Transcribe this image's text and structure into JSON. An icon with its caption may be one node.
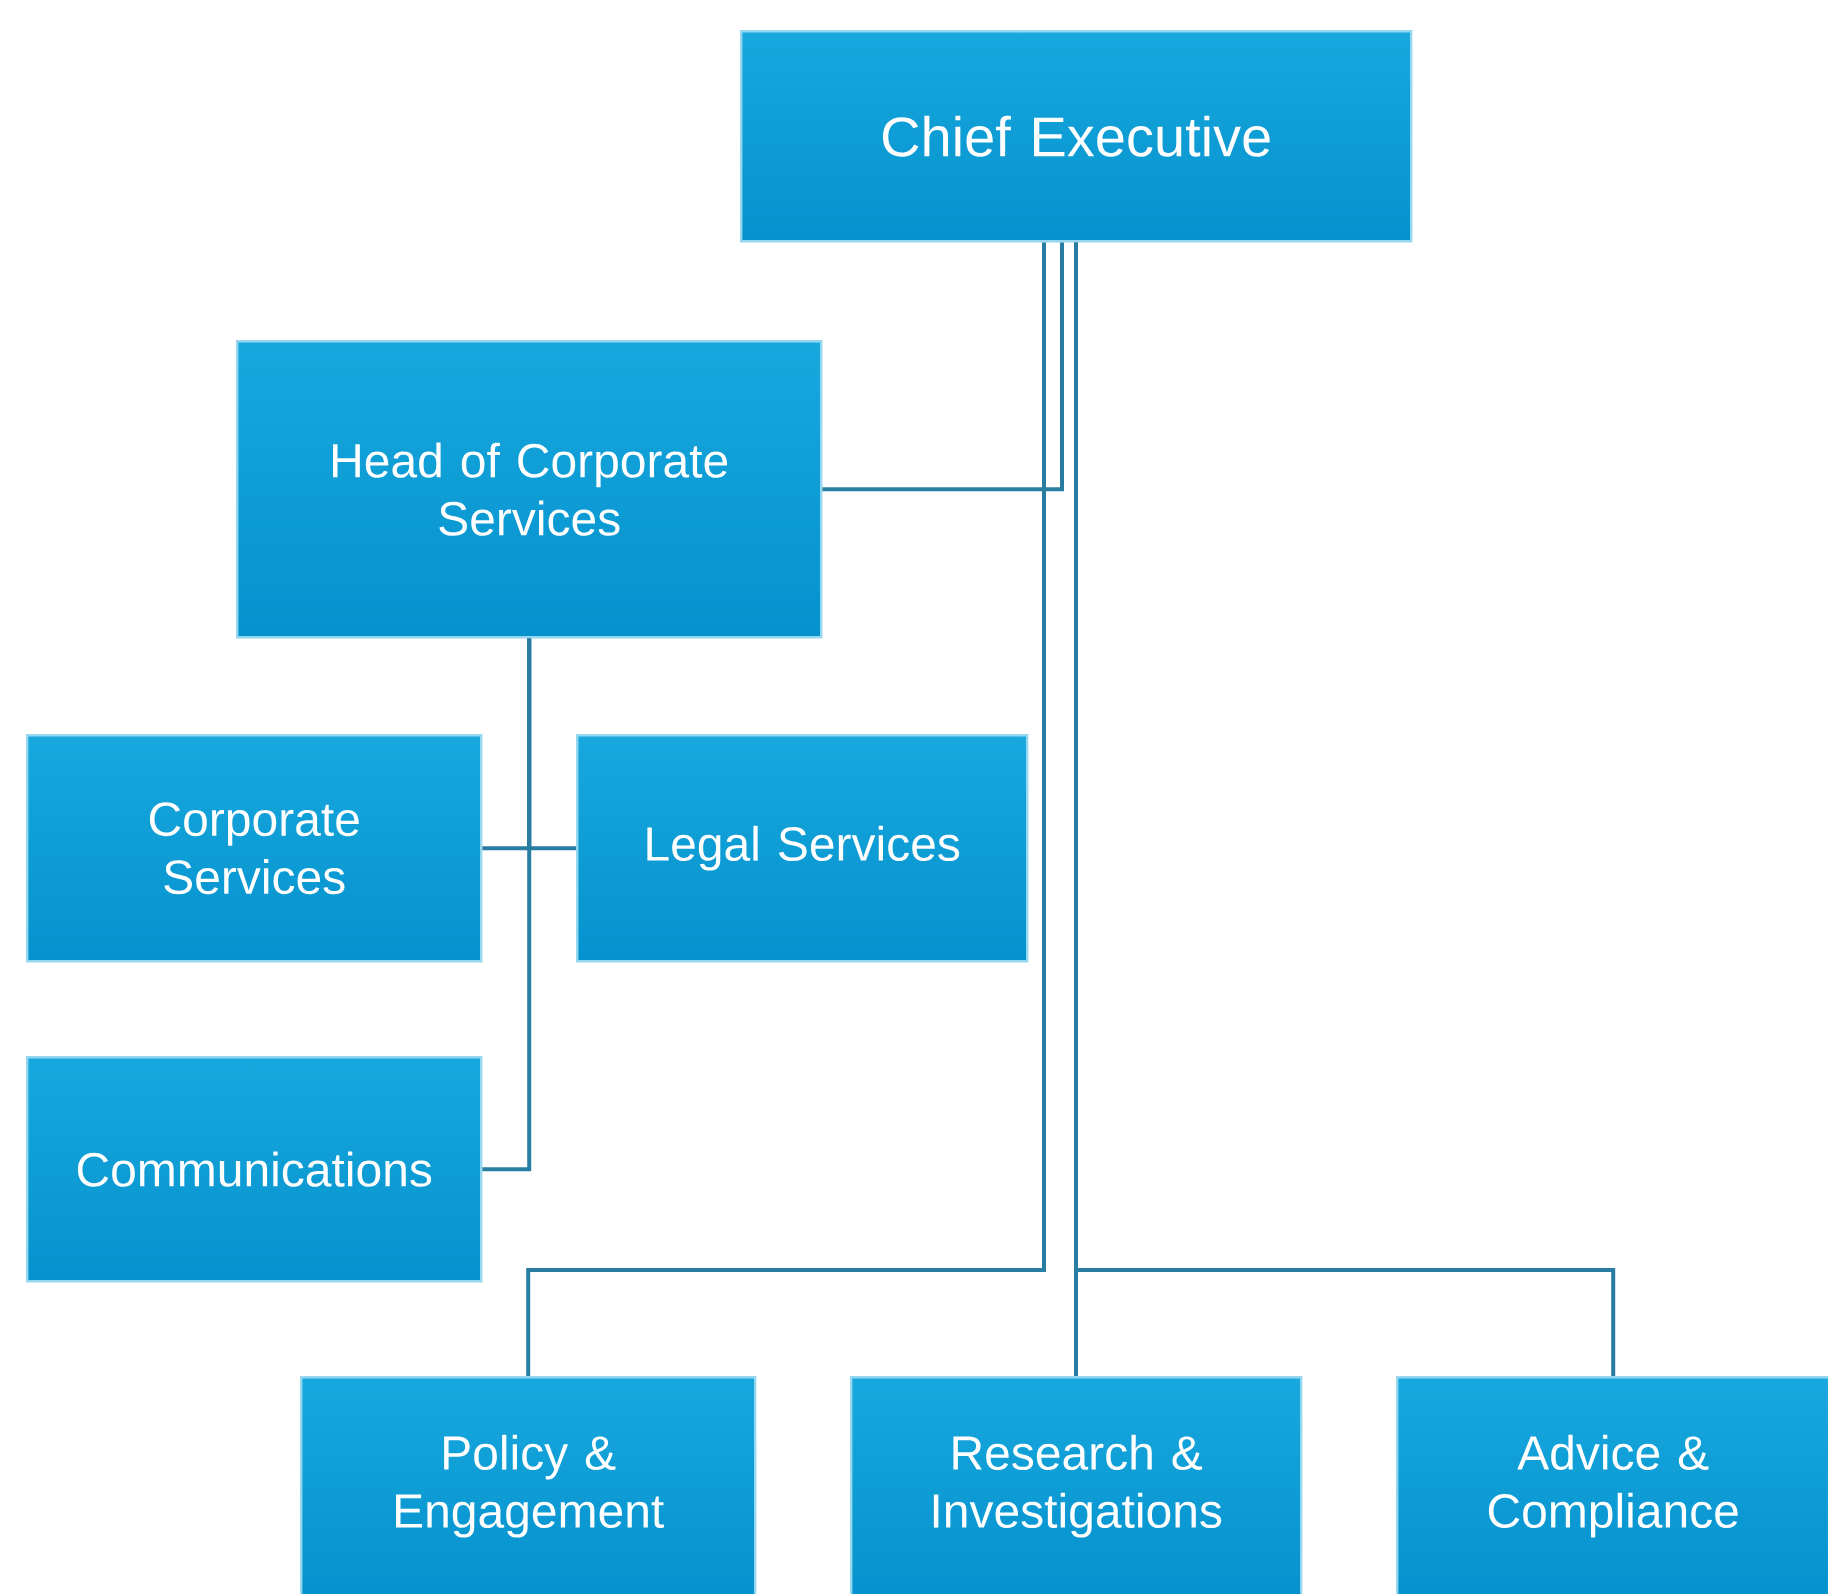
{
  "diagram": {
    "nodes": [
      {
        "text": [
          "Chief Executive"
        ]
      },
      {
        "text": [
          "Head of Corporate Services"
        ]
      },
      {
        "text": [
          "Corporate Services"
        ]
      },
      {
        "text": [
          "Legal Services"
        ]
      },
      {
        "text": [
          "Communications"
        ]
      },
      {
        "text": [
          "Policy & Engagement"
        ]
      },
      {
        "text": [
          "Research & Investigations"
        ]
      },
      {
        "text": [
          "Advice & Compliance"
        ]
      }
    ],
    "edges": [
      {
        "from": 0,
        "to": 1,
        "arrow": "none"
      },
      {
        "from": 0,
        "to": 5,
        "arrow": "none"
      },
      {
        "from": 0,
        "to": 6,
        "arrow": "none"
      },
      {
        "from": 0,
        "to": 7,
        "arrow": "none"
      },
      {
        "from": 1,
        "to": 2,
        "arrow": "none"
      },
      {
        "from": 1,
        "to": 3,
        "arrow": "none"
      },
      {
        "from": 1,
        "to": 4,
        "arrow": "none"
      }
    ]
  }
}
